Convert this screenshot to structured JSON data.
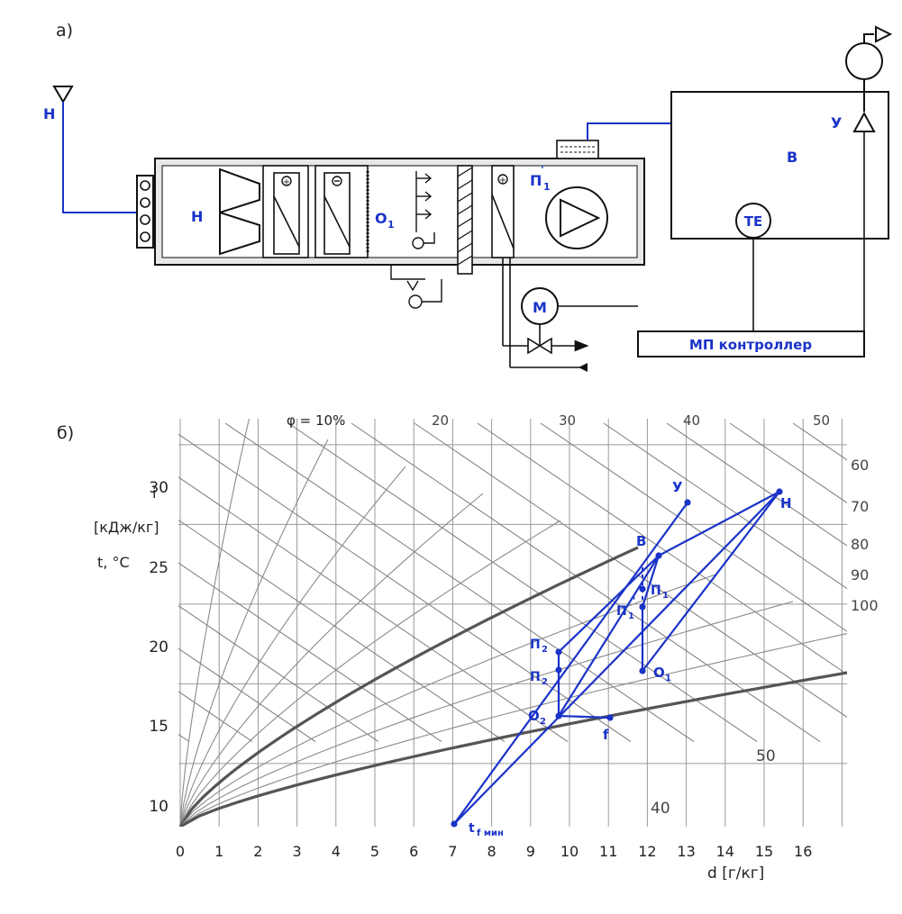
{
  "scheme": {
    "label": "а)",
    "outdoor_sensor": "Н",
    "filter": "Н",
    "heater_o1": "О",
    "heater_o1_sub": "1",
    "heater_p1": "П",
    "heater_p1_sub": "1",
    "heater_p1_mark": "ʹ",
    "sensor_p1": "П",
    "sensor_p1_sub": "1",
    "room": "В",
    "extract_sensor": "У",
    "room_sensor": "ТЕ",
    "actuator": "М",
    "controller": "МП контроллер"
  },
  "chart": {
    "label": "б)",
    "phi_label": "φ = 10%",
    "y_unit_1": "i",
    "y_unit_2": "[кДж/кг]",
    "y_unit_3": "t, °C",
    "x_unit": "d [г/кг]",
    "y_ticks": [
      "10",
      "15",
      "20",
      "25",
      "30"
    ],
    "x_ticks": [
      "0",
      "1",
      "2",
      "3",
      "4",
      "5",
      "6",
      "7",
      "8",
      "9",
      "10",
      "11",
      "12",
      "13",
      "14",
      "15",
      "16"
    ],
    "i_ticks_top": [
      "20",
      "30",
      "40",
      "50"
    ],
    "rh_ticks": [
      "60",
      "70",
      "80",
      "90",
      "100"
    ],
    "i_ticks_inner": [
      "40",
      "50"
    ],
    "points": {
      "U": "У",
      "B": "В",
      "H": "Н",
      "P1": "П",
      "P1_sub": "1",
      "P1p": "П",
      "P1p_sub": "1",
      "P1p_mark": "ʹ",
      "P2": "П",
      "P2_sub": "2",
      "P2p": "П",
      "P2p_sub": "2",
      "O1": "О",
      "O1_sub": "1",
      "O2": "О",
      "O2_sub": "2",
      "f": "f",
      "tf": "t",
      "tf_sub": "f мин"
    }
  },
  "colors": {
    "accent": "#1a33c8",
    "ink": "#222222",
    "grid": "#666666"
  }
}
